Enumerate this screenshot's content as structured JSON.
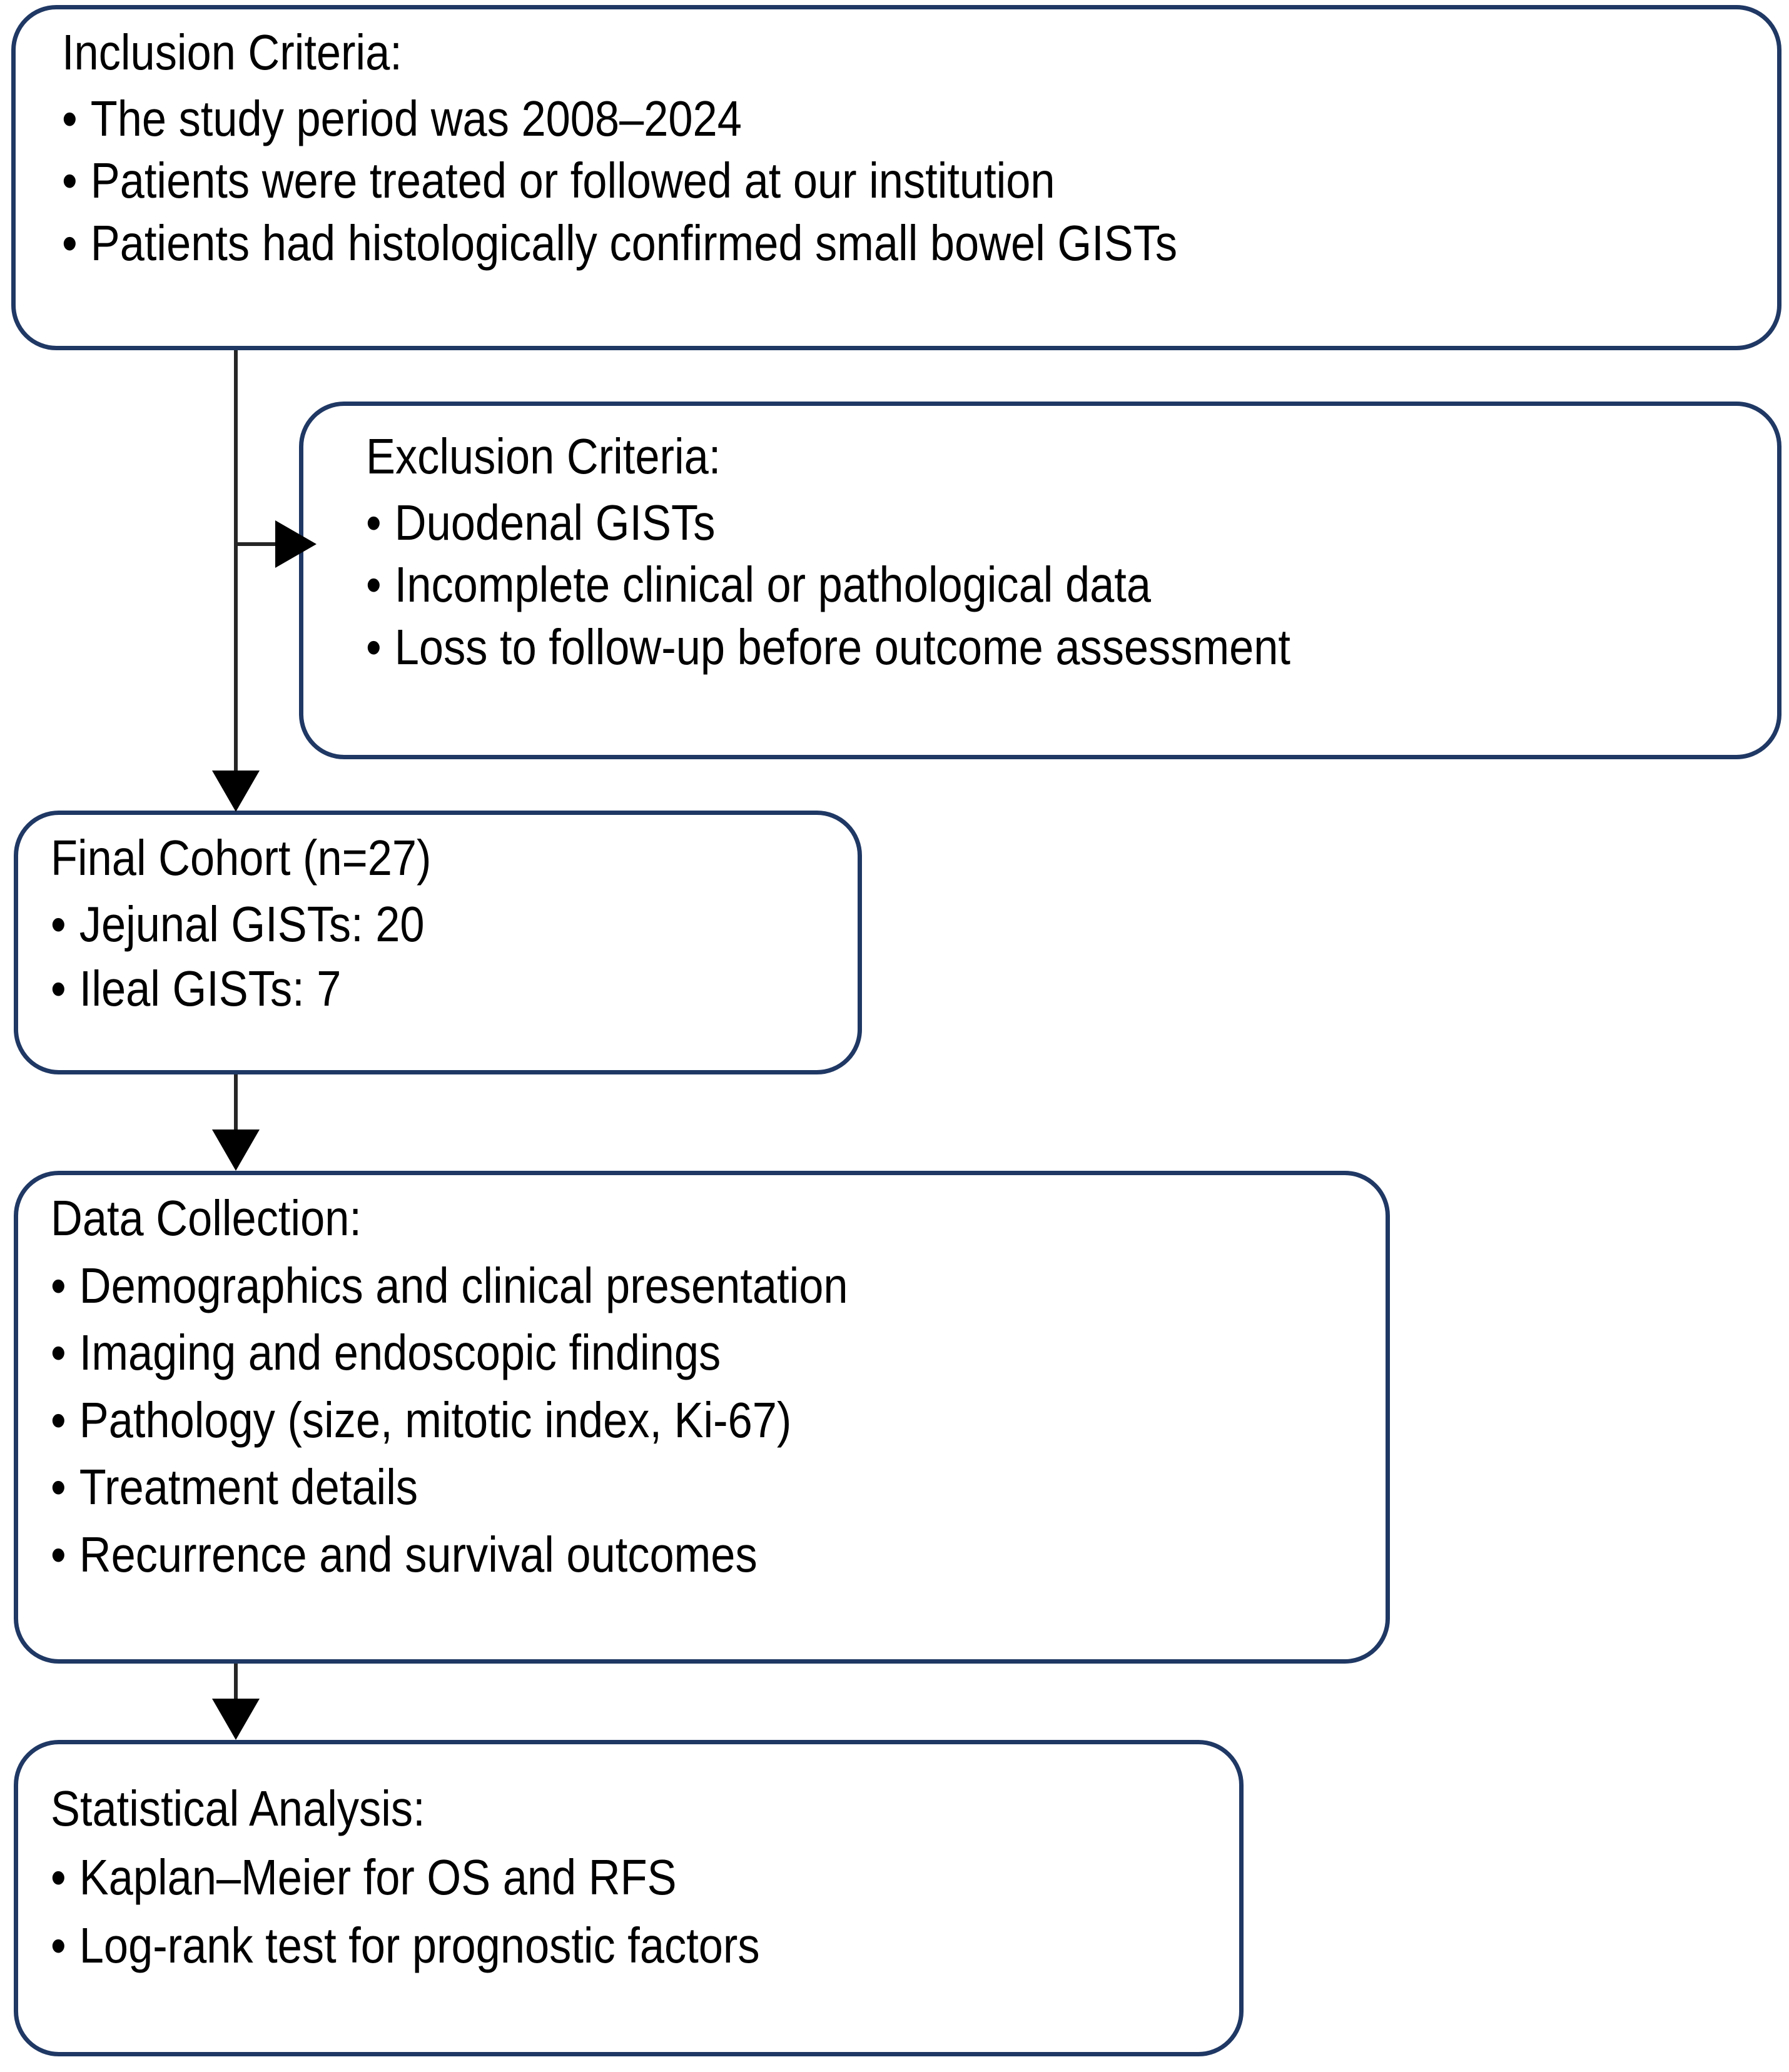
{
  "diagram": {
    "type": "flowchart",
    "accent_color": "#1F3864",
    "connector_color": "#262626",
    "background": "#ffffff",
    "nodes": [
      {
        "id": "inclusion",
        "title": "Inclusion Criteria:",
        "bullets": [
          "The study period was 2008–2024",
          "Patients were treated or followed at our institution",
          "Patients had histologically confirmed small bowel GISTs"
        ]
      },
      {
        "id": "exclusion",
        "title": "Exclusion Criteria:",
        "bullets": [
          "Duodenal GISTs",
          "Incomplete clinical or pathological data",
          "Loss to follow-up before outcome assessment"
        ]
      },
      {
        "id": "cohort",
        "title": "Final Cohort (n=27)",
        "bullets": [
          "Jejunal GISTs:  20",
          "Ileal GISTs:  7"
        ]
      },
      {
        "id": "datacollection",
        "title": "Data Collection:",
        "bullets": [
          "Demographics and clinical presentation",
          "Imaging and endoscopic findings",
          "Pathology (size, mitotic index, Ki-67)",
          "Treatment details",
          "Recurrence and survival outcomes"
        ]
      },
      {
        "id": "statistics",
        "title": "Statistical Analysis:",
        "bullets": [
          "Kaplan–Meier for OS and RFS",
          "Log-rank test for prognostic factors"
        ]
      }
    ]
  }
}
